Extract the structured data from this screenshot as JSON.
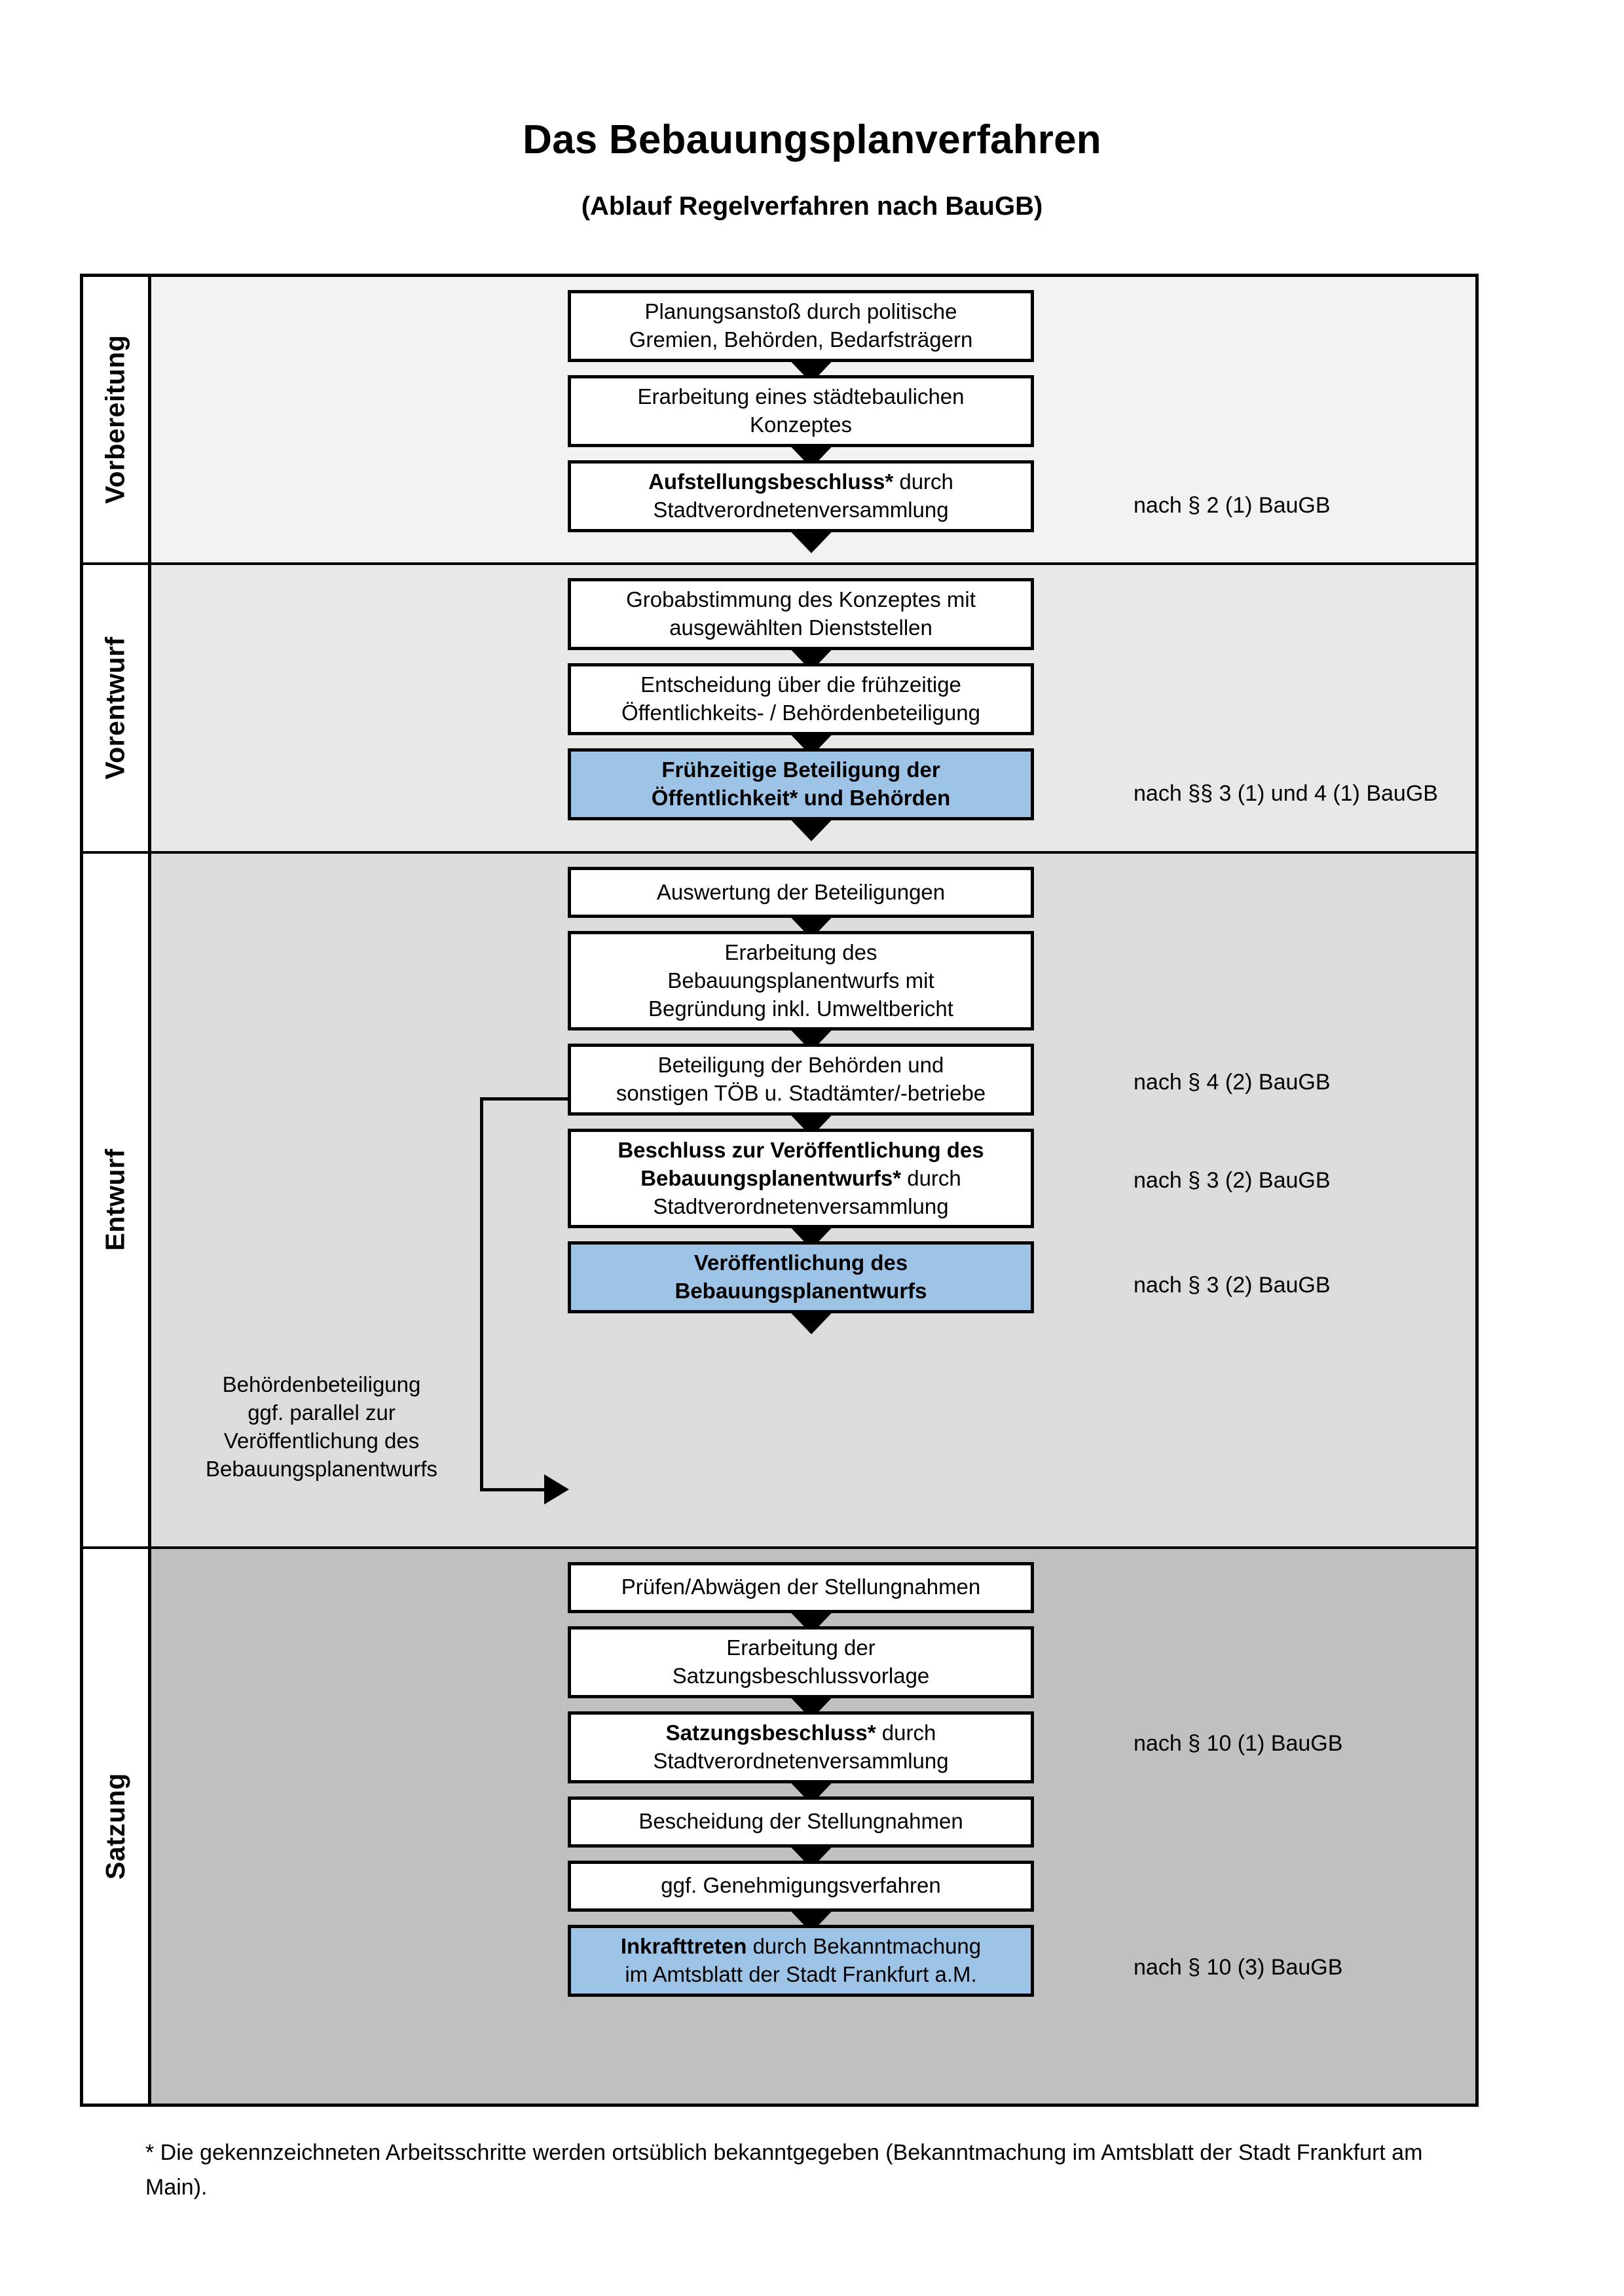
{
  "title": "Das Bebauungsplanverfahren",
  "subtitle": "(Ablauf Regelverfahren nach BauGB)",
  "phases": [
    {
      "label": "Vorbereitung",
      "bg": "#f2f2f2",
      "nodes": [
        {
          "line1": "Planungsanstoß durch politische",
          "line2": "Gremien, Behörden, Bedarfsträgern"
        },
        {
          "line1": "Erarbeitung eines städtebaulichen",
          "line2": "Konzeptes"
        },
        {
          "bold": "Aufstellungsbeschluss*",
          "rest": " durch",
          "line2": "Stadtverordnetenversammlung"
        }
      ],
      "legal": [
        "nach § 2 (1) BauGB"
      ]
    },
    {
      "label": "Vorentwurf",
      "bg": "#e8e8e8",
      "nodes": [
        {
          "line1": "Grobabstimmung des Konzeptes mit",
          "line2": "ausgewählten Dienststellen"
        },
        {
          "line1": "Entscheidung über die frühzeitige",
          "line2": "Öffentlichkeits- / Behördenbeteiligung"
        },
        {
          "bold": "Frühzeitige Beteiligung der",
          "line2": "Öffentlichkeit* und Behörden",
          "highlight": true
        }
      ],
      "legal": [
        "nach §§ 3 (1) und 4 (1) BauGB"
      ]
    },
    {
      "label": "Entwurf",
      "bg": "#dcdcdc",
      "sidenote": [
        "Behördenbeteiligung",
        "ggf. parallel zur",
        "Veröffentlichung des",
        "Bebauungsplanentwurfs"
      ],
      "nodes": [
        {
          "line1": "Auswertung der Beteiligungen"
        },
        {
          "line1": "Erarbeitung des",
          "line2": "Bebauungsplanentwurfs mit",
          "line3": "Begründung inkl. Umweltbericht"
        },
        {
          "line1": "Beteiligung der Behörden und",
          "line2": "sonstigen TÖB u. Stadtämter/-betriebe"
        },
        {
          "bold": "Beschluss zur Veröffentlichung des",
          "bold2": "Bebauungsplanentwurfs*",
          "rest": " durch",
          "line3": "Stadtverordnetenversammlung"
        },
        {
          "bold": "Veröffentlichung des",
          "line2": "Bebauungsplanentwurfs",
          "highlight": true
        }
      ],
      "legal": [
        "nach § 4 (2) BauGB",
        "nach § 3 (2) BauGB",
        "nach § 3 (2) BauGB"
      ]
    },
    {
      "label": "Satzung",
      "bg": "#c0c0c0",
      "nodes": [
        {
          "line1": "Prüfen/Abwägen der Stellungnahmen"
        },
        {
          "line1": "Erarbeitung der",
          "line2": "Satzungsbeschlussvorlage"
        },
        {
          "bold": "Satzungsbeschluss*",
          "rest": " durch",
          "line2": "Stadtverordnetenversammlung"
        },
        {
          "line1": "Bescheidung der Stellungnahmen"
        },
        {
          "line1": "ggf. Genehmigungsverfahren"
        },
        {
          "bold": "Inkrafttreten",
          "rest": " durch Bekanntmachung",
          "line2": "im Amtsblatt der Stadt Frankfurt a.M.",
          "highlight": true
        }
      ],
      "legal": [
        "nach § 10 (1) BauGB",
        "nach § 10 (3) BauGB"
      ]
    }
  ],
  "footnote": "* Die gekennzeichneten Arbeitsschritte werden ortsüblich bekanntgegeben (Bekanntmachung im Amtsblatt  der Stadt Frankfurt am Main).",
  "colors": {
    "highlight_blue": "#9DC3E6",
    "border_black": "#000000"
  }
}
